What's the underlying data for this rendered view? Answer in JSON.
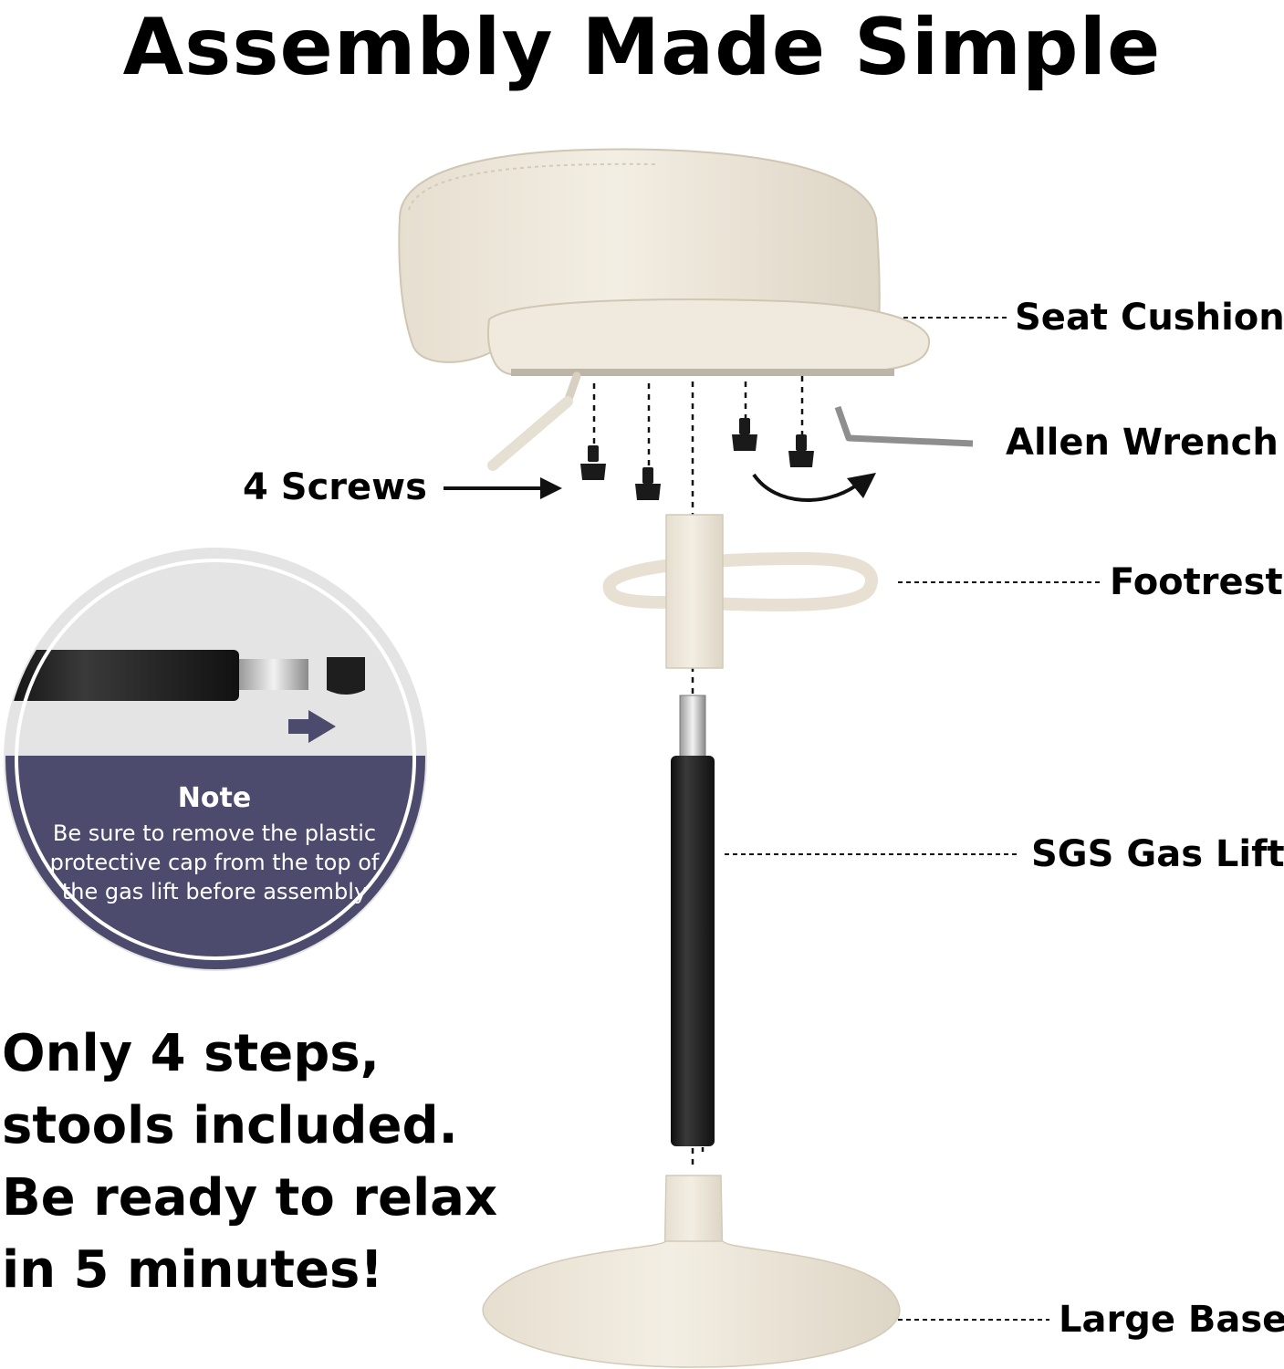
{
  "title": "Assembly Made Simple",
  "parts": {
    "seat_cushion": "Seat Cushion",
    "allen_wrench": "Allen Wrench",
    "screws": "4 Screws",
    "footrest": "Footrest",
    "gas_lift": "SGS Gas Lift",
    "large_base": "Large Base"
  },
  "note": {
    "heading": "Note",
    "text": "Be sure to remove the plastic protective cap from the top of the gas lift before assembly"
  },
  "tagline": [
    "Only 4 steps,",
    "stools included.",
    "Be ready to relax",
    "in 5 minutes!"
  ],
  "colors": {
    "cream": "#ede6d8",
    "note_purple": "#4c4a6d",
    "gas_lift_black": "#1c1c1c"
  }
}
